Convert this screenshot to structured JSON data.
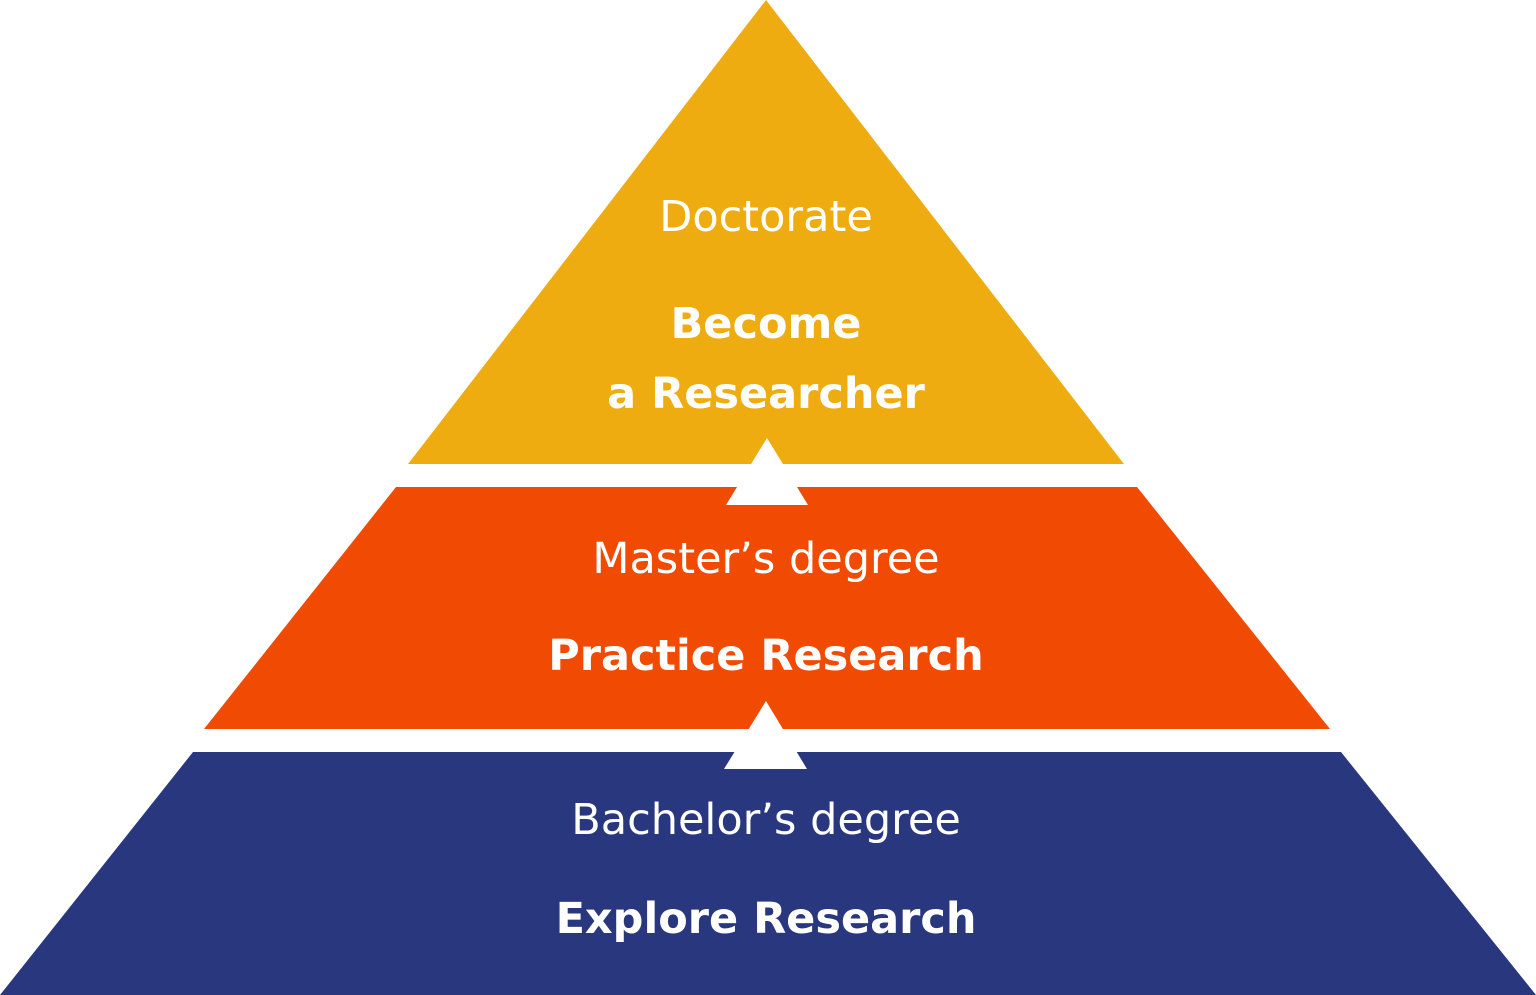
{
  "diagram": {
    "levels": [
      {
        "id": "doctorate",
        "name": "Doctorate",
        "goal_lines": [
          "Become",
          "a Researcher"
        ],
        "color": "#EFAC11"
      },
      {
        "id": "masters",
        "name": "Master’s degree",
        "goal_lines": [
          "Practice Research"
        ],
        "color": "#F14A03"
      },
      {
        "id": "bachelors",
        "name": "Bachelor’s degree",
        "goal_lines": [
          "Explore Research"
        ],
        "color": "#29387E"
      }
    ],
    "connector_color": "#ffffff",
    "background": "#ffffff"
  }
}
